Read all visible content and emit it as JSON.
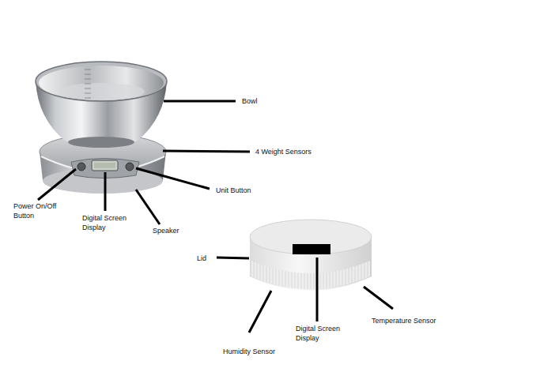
{
  "diagram": {
    "labels": [
      "Bowl",
      "4 Weight Sensors",
      "Power On/Off Button",
      "Digital Screen Display",
      "Unit Button",
      "Speaker",
      "Lid",
      "Digital Screen Display",
      "Temperature Sensor",
      "Humidity Sensor"
    ]
  }
}
